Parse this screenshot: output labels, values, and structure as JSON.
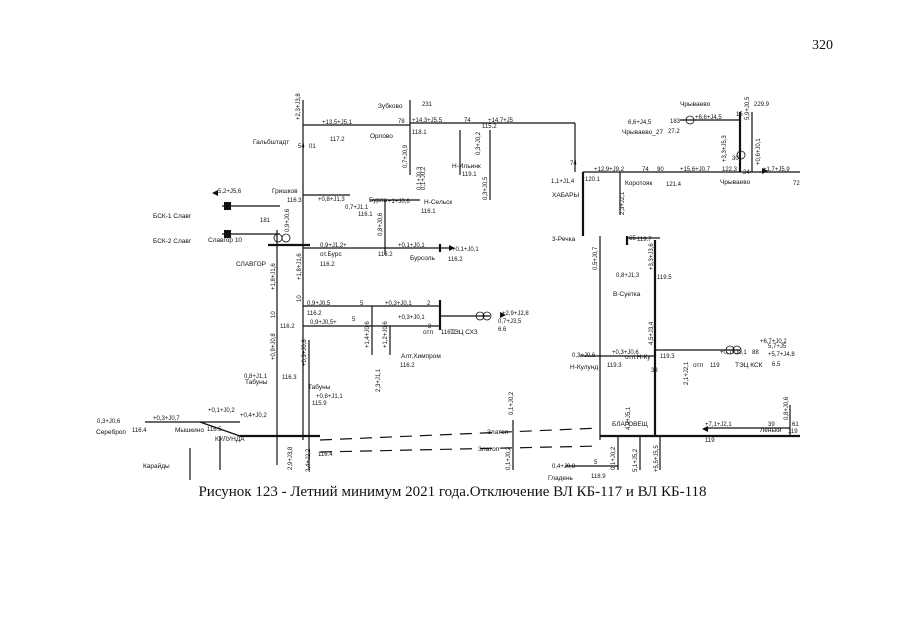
{
  "page": {
    "number": "320",
    "caption": "Рисунок 123 - Летний минимум 2021 года.Отключение ВЛ  КБ-117 и ВЛ  КБ-118"
  },
  "diagram": {
    "nodes": {
      "galbshtadt": "Гальбштадт",
      "orlovo": "Орлово",
      "zubkovo": "Зубково",
      "n_ilinka": "Н-Ильинк",
      "habary": "ХАБАРЫ",
      "korotoyak": "Коротояк",
      "chryvaevo": "Чрываево",
      "chryvaevo_27": "Чрываево_27",
      "chryvaevo_top": "Чрываево",
      "grishkovo": "Гришков",
      "bsk1": "БСК-1 Славг",
      "bsk2": "БСК-2 Славг",
      "slavgor10": "Славгор 10",
      "slavgor": "СЛАВГОР",
      "burla": "Бурла",
      "n_selsk": "Н-Сельск",
      "ot_burs": "от.Бурс",
      "bursol": "Бурсоль",
      "tec_shz": "ТЭЦ СХЗ",
      "otp": "отп",
      "alt_himprom": "Алт.Химпром",
      "tri_rechka": "3-Речка",
      "v_suetka": "В-Суетка",
      "n_kulunda": "Н-Кулунд",
      "otp_n_ku": "отп.Н-Ку",
      "otp2": "отп",
      "tec_ksk": "ТЭЦ КСК",
      "blagovesh": "БЛАГОВЕЩ",
      "lenki": "Леньки",
      "tabuny1": "Табуны",
      "tabuny2": "Табуны",
      "serebropol": "Сереброп",
      "myshkino": "Мышкино",
      "kulunda": "КУЛУНДА",
      "karaidy": "Карайды",
      "zlatopol1": "Златоп",
      "zlatopol2": "Златоп",
      "glaaden": "Гладень"
    },
    "labels": {
      "l01": "+2,3+J3,8",
      "l02": "+13,5+J5,1",
      "l03": "117.2",
      "l04": "54",
      "l05": "01",
      "l06": "78",
      "l07": "+14,3+J5,5",
      "l08": "74",
      "l09": "+14,7+J5",
      "l10": "118.1",
      "l11": "115.2",
      "l12": "0,7+J0,9",
      "l13": "0,3+J0,2",
      "l14": "0,1+J0,2",
      "l15": "119.1",
      "l16": "0,3+J0,5",
      "l17": "231",
      "l18": "1,1+J1,4",
      "l19": "120.1",
      "l20": "74",
      "l21": "+12,9+J9,2",
      "l22": "74",
      "l23": "90",
      "l24": "+15,6+J0,7",
      "l25": "122.3",
      "l26": "24",
      "l27": "+1,7+J5,9",
      "l28": "72",
      "l29": "121.4",
      "l30": "2,3+J2,1",
      "l31": "6,6+J4,5",
      "l32": "183",
      "l33": "+6,6+J4,5",
      "l34": "27.2",
      "l35": "229.9",
      "l36": "15",
      "l37": "5,9+J0,5",
      "l38": "+3,3+J5,3",
      "l39": "+0,6+J0,1",
      "l40": "30",
      "l41": "5,2+J5,6",
      "l42": "+0,8+J1,3",
      "l43": "116.3",
      "l44": "0,7+J1,1",
      "l45": "+1+J0,6",
      "l46": "116.1",
      "l47": "0,1+J0,3",
      "l48": "116.1",
      "l49": "181",
      "l50": "0,9+J0,6",
      "l51": "0,9+J1,2+",
      "l52": "+0,1+J0,1",
      "l53": "116.2",
      "l54": "+0,1+J0,1",
      "l55": "116.2",
      "l56": "0,8+J0,6",
      "l57": "116.2",
      "l58": "0,9+J0,5",
      "l59": "5",
      "l60": "+0,3+J0,1",
      "l61": "2",
      "l62": "116.2",
      "l63": "0,9+J0,5+",
      "l64": "5",
      "l65": "+0,3+J0,1",
      "l66": "2",
      "l67": "116.2",
      "l68": "+2,9+J2,8",
      "l69": "0,7+J3,5",
      "l70": "6.6",
      "l71": "116.2",
      "l72": "+1,4+J0,6",
      "l73": "+1,2+J0,6",
      "l74": "2,3+J1,1",
      "l75": "116.2",
      "l76": "+1,8+J1,6",
      "l77": "+1,8+J1,6",
      "l78": "10",
      "l79": "10",
      "l80": "+0,9+J0,8",
      "l81": "+0,9+J0,8",
      "l82": "0,5+J0,7",
      "l83": "119.7",
      "l84": "65",
      "l85": "0,8+J1,3",
      "l86": "119.5",
      "l87": "+3,3+J3,6",
      "l88": "4,5+J3,4",
      "l89": "0,3+J0,6",
      "l90": "+0,3+J0,6",
      "l91": "119.3",
      "l92": "119.3",
      "l93": "33",
      "l94": "+0,1+J0,1",
      "l95": "119",
      "l96": "88",
      "l97": "+5,7+J4,8",
      "l98": "5,7+J5",
      "l99": "6.5",
      "l100": "2,1+J2,1",
      "l101": "4,9+J5,1",
      "l102": "+7,1+J2,1",
      "l103": "39",
      "l104": "119",
      "l105": "0,8+J0,6",
      "l106": "61",
      "l107": "119",
      "l108": "0,8+J1,1",
      "l109": "116.3",
      "l110": "+0,8+J1,1",
      "l111": "115.9",
      "l112": "0,3+J0,6",
      "l113": "+0,3+J0,7",
      "l114": "116.4",
      "l115": "+0,1+J0,2",
      "l116": "+0,4+J0,2",
      "l117": "116.5",
      "l118": "2,9+J3,8",
      "l119": "2,4+J2,2",
      "l120": "116.4",
      "l121": "0,1+J0,2",
      "l122": "0,1+J0,2",
      "l123": "0,4+J0,8",
      "l124": "5",
      "l125": "118.9",
      "l126": "0,1+J0,2",
      "l127": "5,1+J5,2",
      "l128": "+5,5+J5,5",
      "l129": "+6,7+J0,2"
    }
  }
}
